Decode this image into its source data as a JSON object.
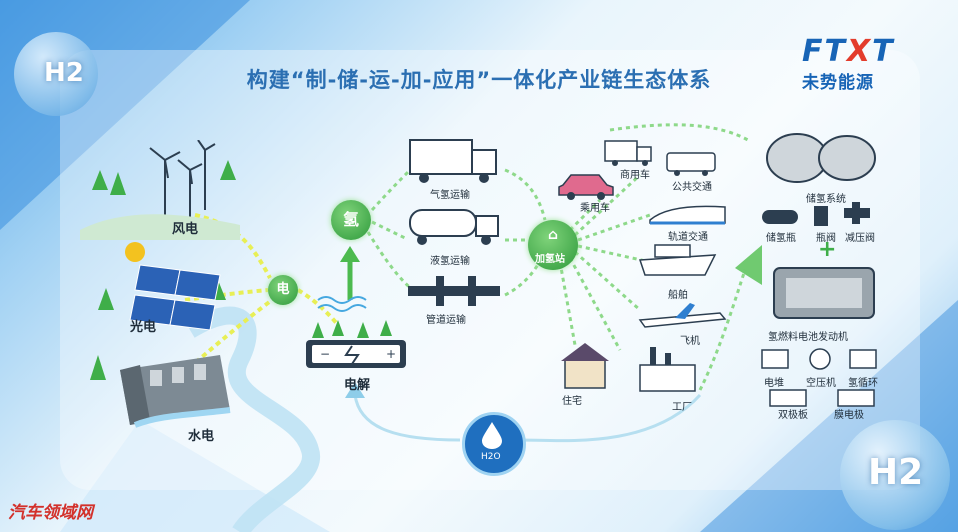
{
  "title": "构建“制-储-运-加-应用”一体化产业链生态体系",
  "brand": {
    "mark_pre": "FT",
    "mark_x": "X",
    "mark_post": "T",
    "name": "未势能源"
  },
  "bubbles": {
    "top_left": "H2",
    "bottom_right": "H2"
  },
  "sources": {
    "wind": "风电",
    "solar": "光电",
    "hydro": "水电"
  },
  "electricity_node": "电",
  "electrolysis": "电解",
  "hydrogen_node": "氢",
  "transport": {
    "gas": "气氢运输",
    "liquid": "液氢运输",
    "pipeline": "管道运输"
  },
  "station": "加氢站",
  "applications": {
    "car": "乘用车",
    "truck": "商用车",
    "bus": "公共交通",
    "rail": "轨道交通",
    "ship": "船舶",
    "plane": "飞机",
    "house": "住宅",
    "factory": "工厂"
  },
  "system": {
    "storage_system": "储氢系统",
    "bottle": "储氢瓶",
    "valve": "瓶阀",
    "reducer": "减压阀",
    "engine": "氢燃料电池发动机",
    "stack": "电堆",
    "compressor": "空压机",
    "recirc": "氢循环",
    "bipolar": "双极板",
    "membrane": "膜电极"
  },
  "water": "H2O",
  "watermark": "汽车领域网",
  "colors": {
    "accent_green": "#3fae49",
    "title_blue": "#2b6fb2",
    "brand_red": "#e33c2c"
  }
}
